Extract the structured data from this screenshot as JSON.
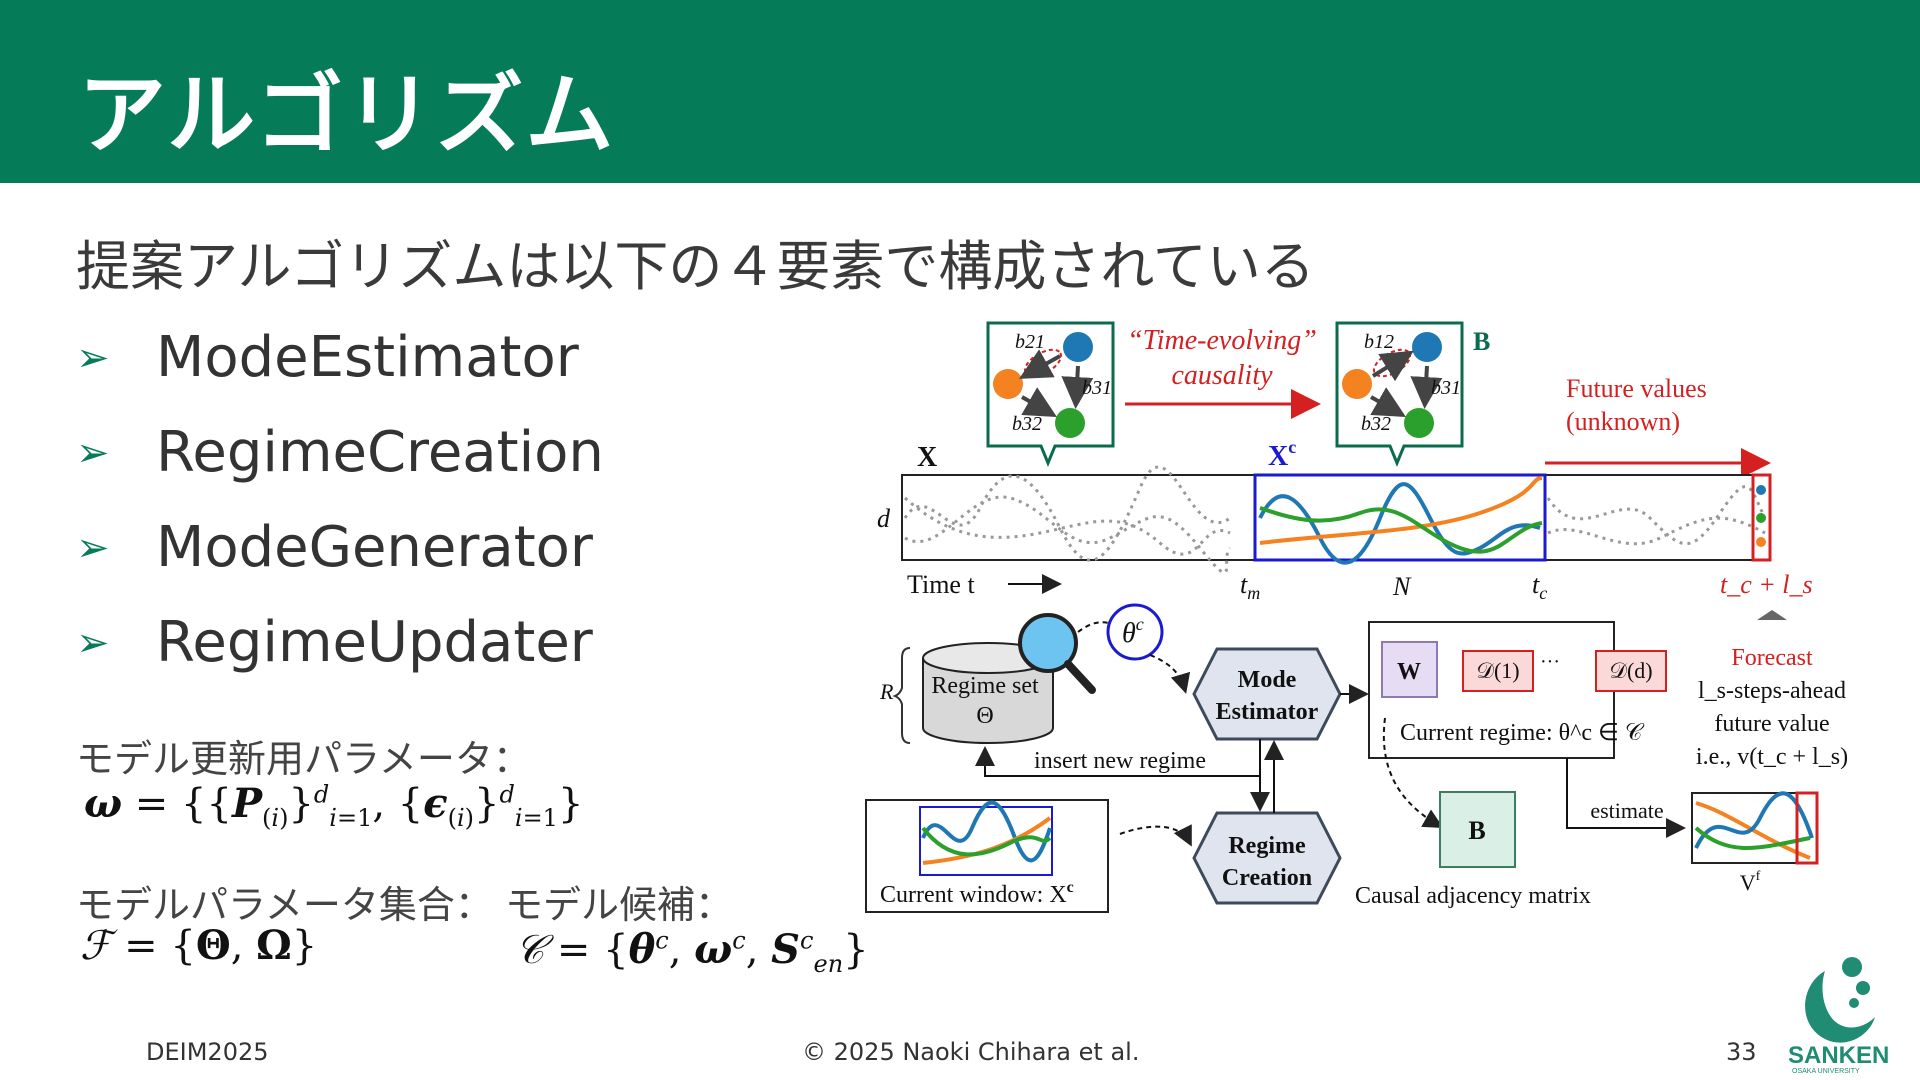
{
  "slide": {
    "title": "アルゴリズム",
    "subtitle": "提案アルゴリズムは以下の４要素で構成されている",
    "bullets": [
      "ModeEstimator",
      "RegimeCreation",
      "ModeGenerator",
      "RegimeUpdater"
    ],
    "bullet_marker": "➢",
    "param_update_label": "モデル更新用パラメータ：",
    "param_set_label": "モデルパラメータ集合：",
    "candidate_label": "モデル候補："
  },
  "footer": {
    "left": "DEIM2025",
    "center": "© 2025 Naoki Chihara et al.",
    "page": "33"
  },
  "logo": {
    "name": "SANKEN",
    "sub": "OSAKA UNIVERSITY"
  },
  "figure": {
    "time_evolving": "“Time-evolving”",
    "causality": "causality",
    "b_bold": "B",
    "future_values": "Future values",
    "unknown": "(unknown)",
    "X": "X",
    "Xc": "X",
    "Xc_sup": "c",
    "d": "d",
    "time_t": "Time t",
    "tm": "t",
    "tm_sub": "m",
    "N": "N",
    "tc": "t",
    "tc_sub": "c",
    "tc_ls": "t_c + l_s",
    "forecast": "Forecast",
    "forecast_l1": "l_s-steps-ahead",
    "forecast_l2": "future value",
    "forecast_l3": "i.e., v(t_c + l_s)",
    "R": "R",
    "regime_set": "Regime set",
    "Theta": "Θ",
    "theta_c": "θ",
    "mode_l1": "Mode",
    "mode_l2": "Estimator",
    "regime_l1": "Regime",
    "regime_l2": "Creation",
    "W": "W",
    "D1": "𝒟(1)",
    "Dd": "𝒟(d)",
    "dots": "···",
    "current_regime": "Current regime: θ^c ∈ 𝒞",
    "insert_new_regime": "insert new regime",
    "estimate": "estimate",
    "current_window": "Current window: X",
    "causal_adj": "Causal adjacency matrix",
    "Vf": "V",
    "Vf_sup": "f",
    "b21": "b21",
    "b31": "b31",
    "b32": "b32",
    "b12": "b12"
  },
  "colors": {
    "header": "#057c57",
    "accent_red": "#d42020",
    "accent_blue": "#1a1ad0",
    "node_blue": "#1f77b4",
    "node_orange": "#f58220",
    "node_green": "#2ca02c"
  }
}
